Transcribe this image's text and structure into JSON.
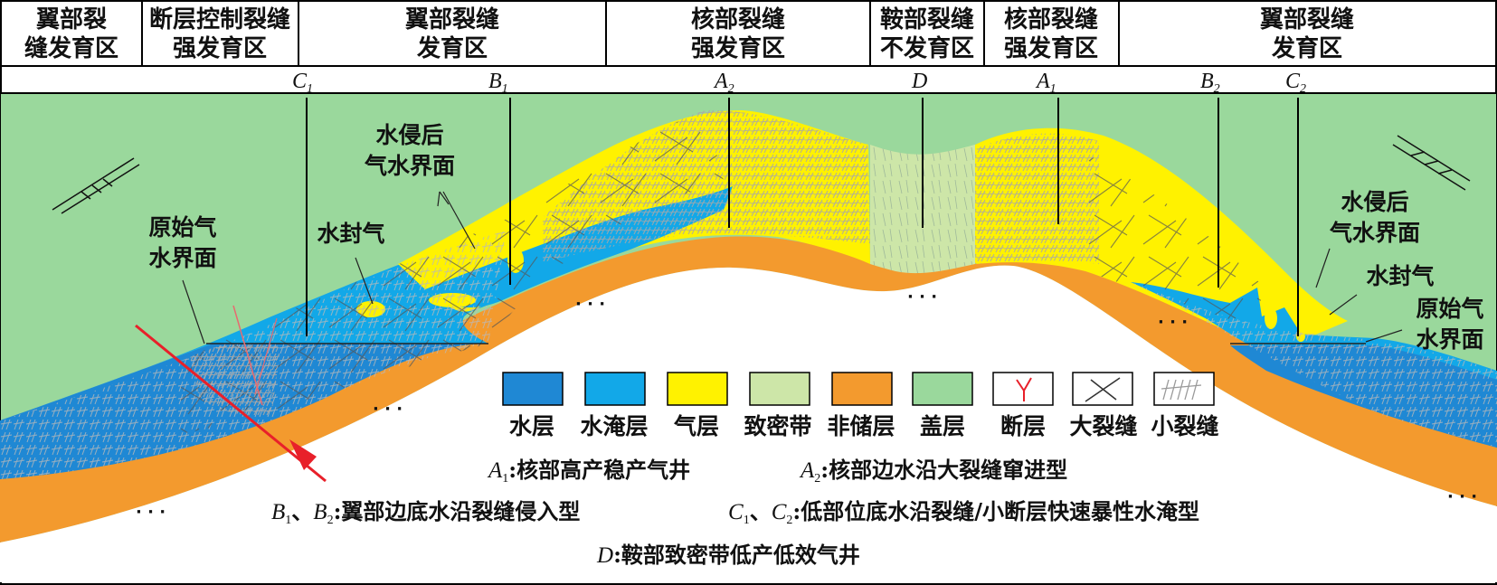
{
  "zones": [
    {
      "line1": "翼部裂",
      "line2": "缝发育区"
    },
    {
      "line1": "断层控制裂缝",
      "line2": "强发育区"
    },
    {
      "line1": "翼部裂缝",
      "line2": "发育区"
    },
    {
      "line1": "核部裂缝",
      "line2": "强发育区"
    },
    {
      "line1": "鞍部裂缝",
      "line2": "不发育区"
    },
    {
      "line1": "核部裂缝",
      "line2": "强发育区"
    },
    {
      "line1": "翼部裂缝",
      "line2": "发育区"
    }
  ],
  "wells": [
    {
      "letter": "C",
      "sub": "1"
    },
    {
      "letter": "B",
      "sub": "1"
    },
    {
      "letter": "A",
      "sub": "2"
    },
    {
      "letter": "D",
      "sub": ""
    },
    {
      "letter": "A",
      "sub": "1"
    },
    {
      "letter": "B",
      "sub": "2"
    },
    {
      "letter": "C",
      "sub": "2"
    }
  ],
  "annotations": {
    "left_water_invaded_gwc": [
      "水侵后",
      "气水界面"
    ],
    "left_original_gwc": [
      "原始气",
      "水界面"
    ],
    "left_water_sealed_gas": "水封气",
    "right_water_invaded_gwc": [
      "水侵后",
      "气水界面"
    ],
    "right_water_sealed_gas": "水封气",
    "right_original_gwc": [
      "原始气",
      "水界面"
    ],
    "dots": "· · ·"
  },
  "legend": [
    {
      "label": "水层",
      "color": "#1f88d4",
      "icon": "water-layer-swatch"
    },
    {
      "label": "水淹层",
      "color": "#12a8e8",
      "icon": "flooded-layer-swatch"
    },
    {
      "label": "气层",
      "color": "#fff200",
      "icon": "gas-layer-swatch"
    },
    {
      "label": "致密带",
      "color": "#cde6a8",
      "icon": "tight-zone-swatch"
    },
    {
      "label": "非储层",
      "color": "#f39a2e",
      "icon": "non-reservoir-swatch"
    },
    {
      "label": "盖层",
      "color": "#9ad89c",
      "icon": "caprock-swatch"
    },
    {
      "label": "断层",
      "color": "#e8202a",
      "icon": "fault-icon"
    },
    {
      "label": "大裂缝",
      "color": "#333333",
      "icon": "large-fracture-icon"
    },
    {
      "label": "小裂缝",
      "color": "#999999",
      "icon": "small-fracture-icon"
    }
  ],
  "notes": {
    "a1_key": "A",
    "a1_sub": "1",
    "a1_text": ":核部高产稳产气井",
    "a2_key": "A",
    "a2_sub": "2",
    "a2_text": ":核部边水沿大裂缝窜进型",
    "b1_key": "B",
    "b1_sub": "1",
    "b_sep": "、",
    "b2_key": "B",
    "b2_sub": "2",
    "b_text": ":翼部边底水沿裂缝侵入型",
    "c1_key": "C",
    "c1_sub": "1",
    "c_sep": "、",
    "c2_key": "C",
    "c2_sub": "2",
    "c_text": ":低部位底水沿裂缝/小断层快速暴性水淹型",
    "d_key": "D",
    "d_text": ":鞍部致密带低产低效气井"
  }
}
